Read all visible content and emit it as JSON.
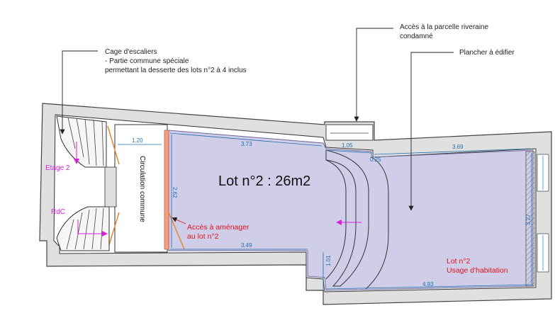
{
  "annotations": {
    "stair_cage": {
      "line1": "Cage d'escaliers",
      "line2": "- Partie commune spéciale",
      "line3": "permettant la desserte des lots n°2 à 4 inclus"
    },
    "access_parcel": {
      "line1": "Accès à la parcelle riveraine",
      "line2": "condamné"
    },
    "floor_to_build": "Plancher à édifier"
  },
  "labels": {
    "lot_title": "Lot n°2 : 26m2",
    "circulation": "Circulation commune",
    "access_to_build_line1": "Accès à aménager",
    "access_to_build_line2": "au lot n°2",
    "lot_usage_line1": "Lot n°2",
    "lot_usage_line2": "Usage d'habitation",
    "floor_upper": "Etage 2",
    "floor_ground": "RdC"
  },
  "dimensions": {
    "d_1_20": "1.20",
    "d_3_73": "3.73",
    "d_1_05": "1.05",
    "d_3_69": "3.69",
    "d_0_25": "0.25",
    "d_2_62": "2.62",
    "d_3_49": "3.49",
    "d_1_01": "1.01",
    "d_4_93": "4.93",
    "d_3_27": "3.27"
  },
  "colors": {
    "lot_fill": "#cfcde8",
    "wall": "#e0e0e0",
    "dimension": "#1f6fb0",
    "access_red": "#e0141e",
    "arrow_magenta": "#d820d8",
    "door_orange": "#e08a30"
  }
}
